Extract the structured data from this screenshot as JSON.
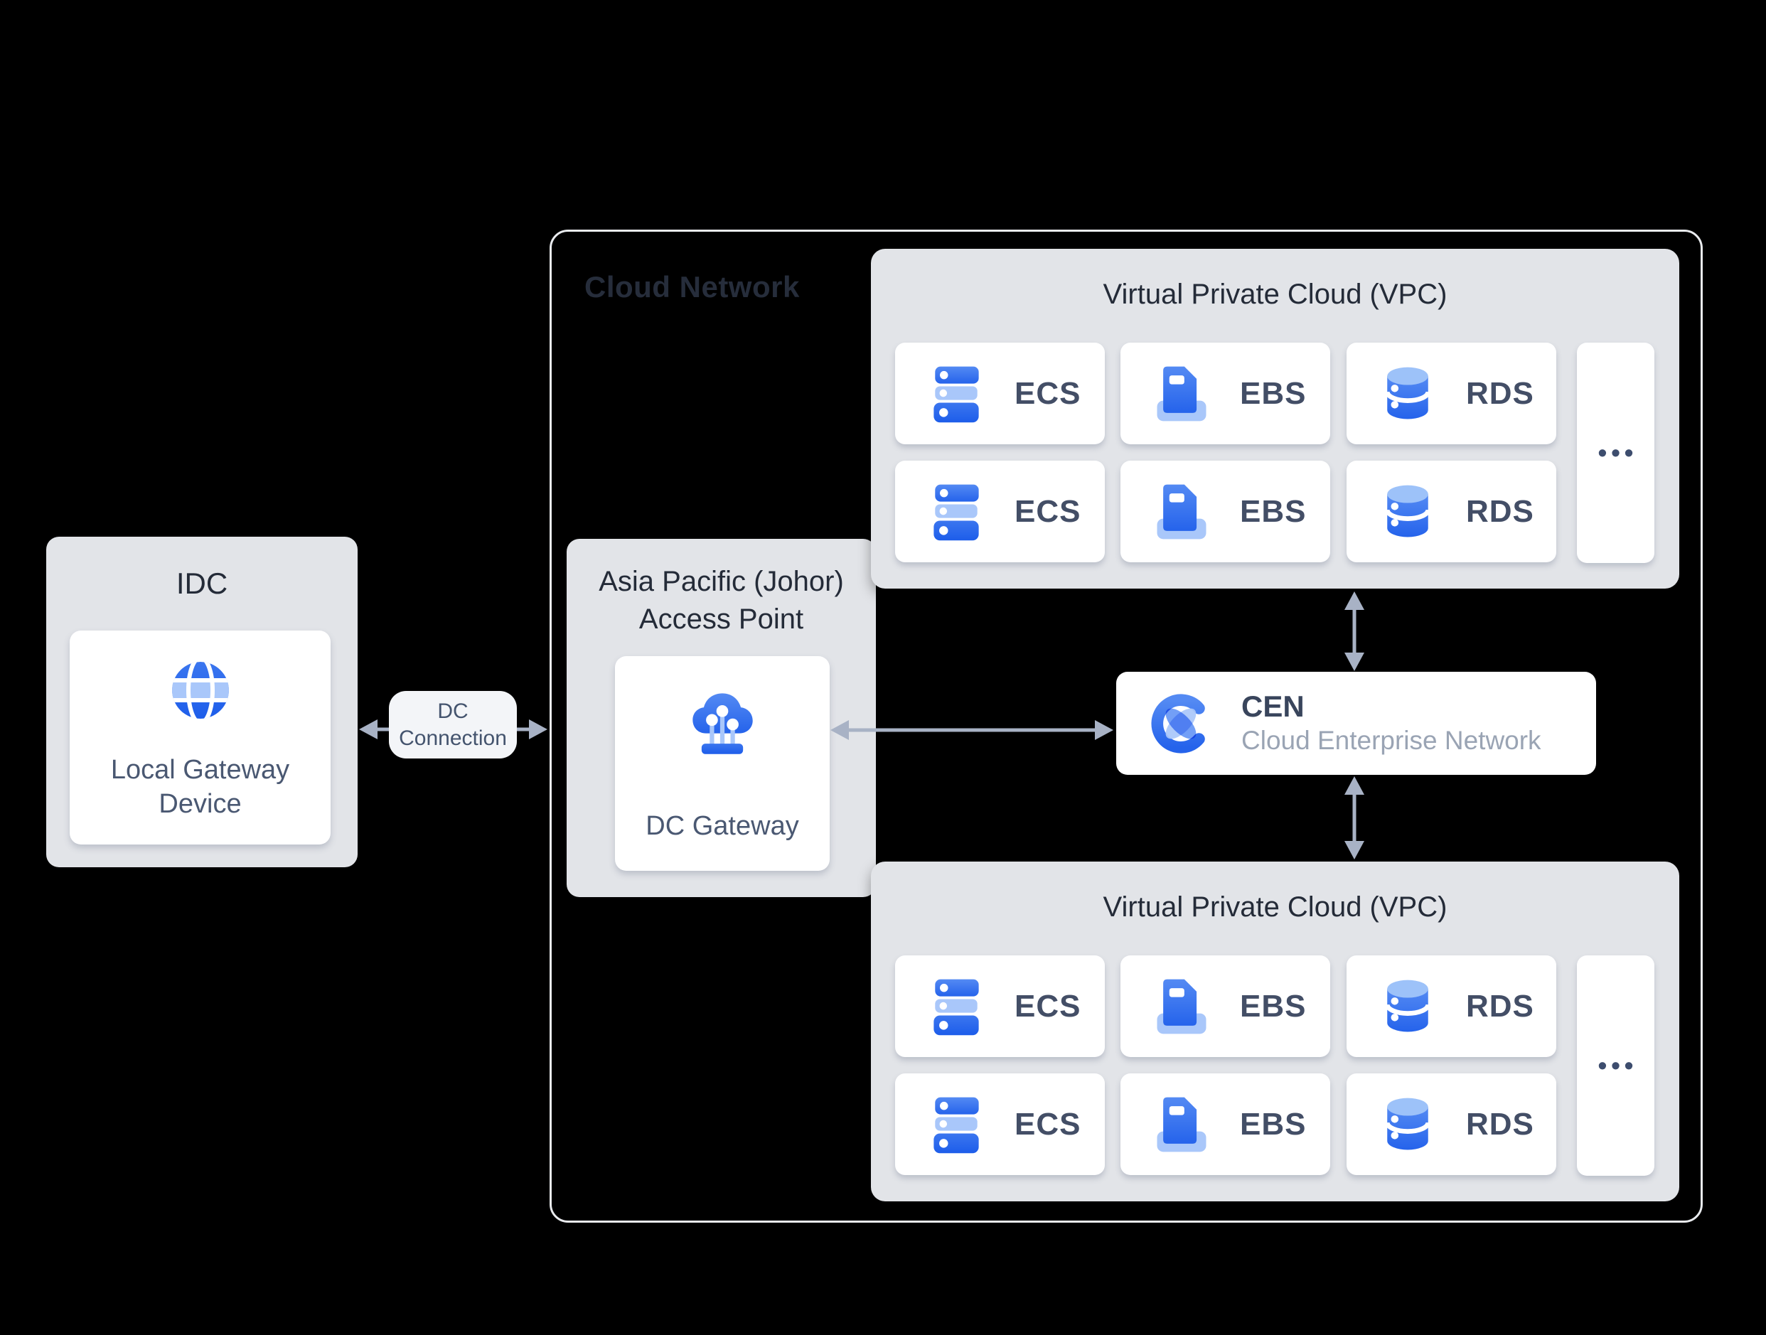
{
  "cloud_network": {
    "label": "Cloud Network"
  },
  "idc": {
    "title": "IDC",
    "gateway_label": "Local Gateway Device",
    "icon": "globe-icon"
  },
  "dc_connection": {
    "line1": "DC",
    "line2": "Connection"
  },
  "access_point": {
    "title_line1": "Asia Pacific (Johor)",
    "title_line2": "Access Point",
    "gateway_label": "DC Gateway",
    "icon": "dc-gateway-icon"
  },
  "cen": {
    "title": "CEN",
    "subtitle": "Cloud Enterprise Network",
    "icon": "cen-icon"
  },
  "vpc_top": {
    "title": "Virtual Private Cloud (VPC)",
    "services": [
      {
        "label": "ECS",
        "icon": "ecs-icon"
      },
      {
        "label": "EBS",
        "icon": "ebs-icon"
      },
      {
        "label": "RDS",
        "icon": "rds-icon"
      },
      {
        "label": "ECS",
        "icon": "ecs-icon"
      },
      {
        "label": "EBS",
        "icon": "ebs-icon"
      },
      {
        "label": "RDS",
        "icon": "rds-icon"
      }
    ],
    "more": "•••"
  },
  "vpc_bottom": {
    "title": "Virtual Private Cloud (VPC)",
    "services": [
      {
        "label": "ECS",
        "icon": "ecs-icon"
      },
      {
        "label": "EBS",
        "icon": "ebs-icon"
      },
      {
        "label": "RDS",
        "icon": "rds-icon"
      },
      {
        "label": "ECS",
        "icon": "ebs-icon"
      },
      {
        "label": "EBS",
        "icon": "ebs-icon"
      },
      {
        "label": "RDS",
        "icon": "rds-icon"
      }
    ],
    "more": "•••"
  },
  "colors": {
    "background": "#000000",
    "box_gray": "#E2E4E8",
    "container_border": "#E9EBEE",
    "accent_blue": "#2563EB",
    "light_blue": "#A9C7FA",
    "arrow_gray": "#A8B2C5",
    "title_dark": "#242B38",
    "label_slate": "#4A5872",
    "subtitle_gray": "#9AA4B4"
  }
}
